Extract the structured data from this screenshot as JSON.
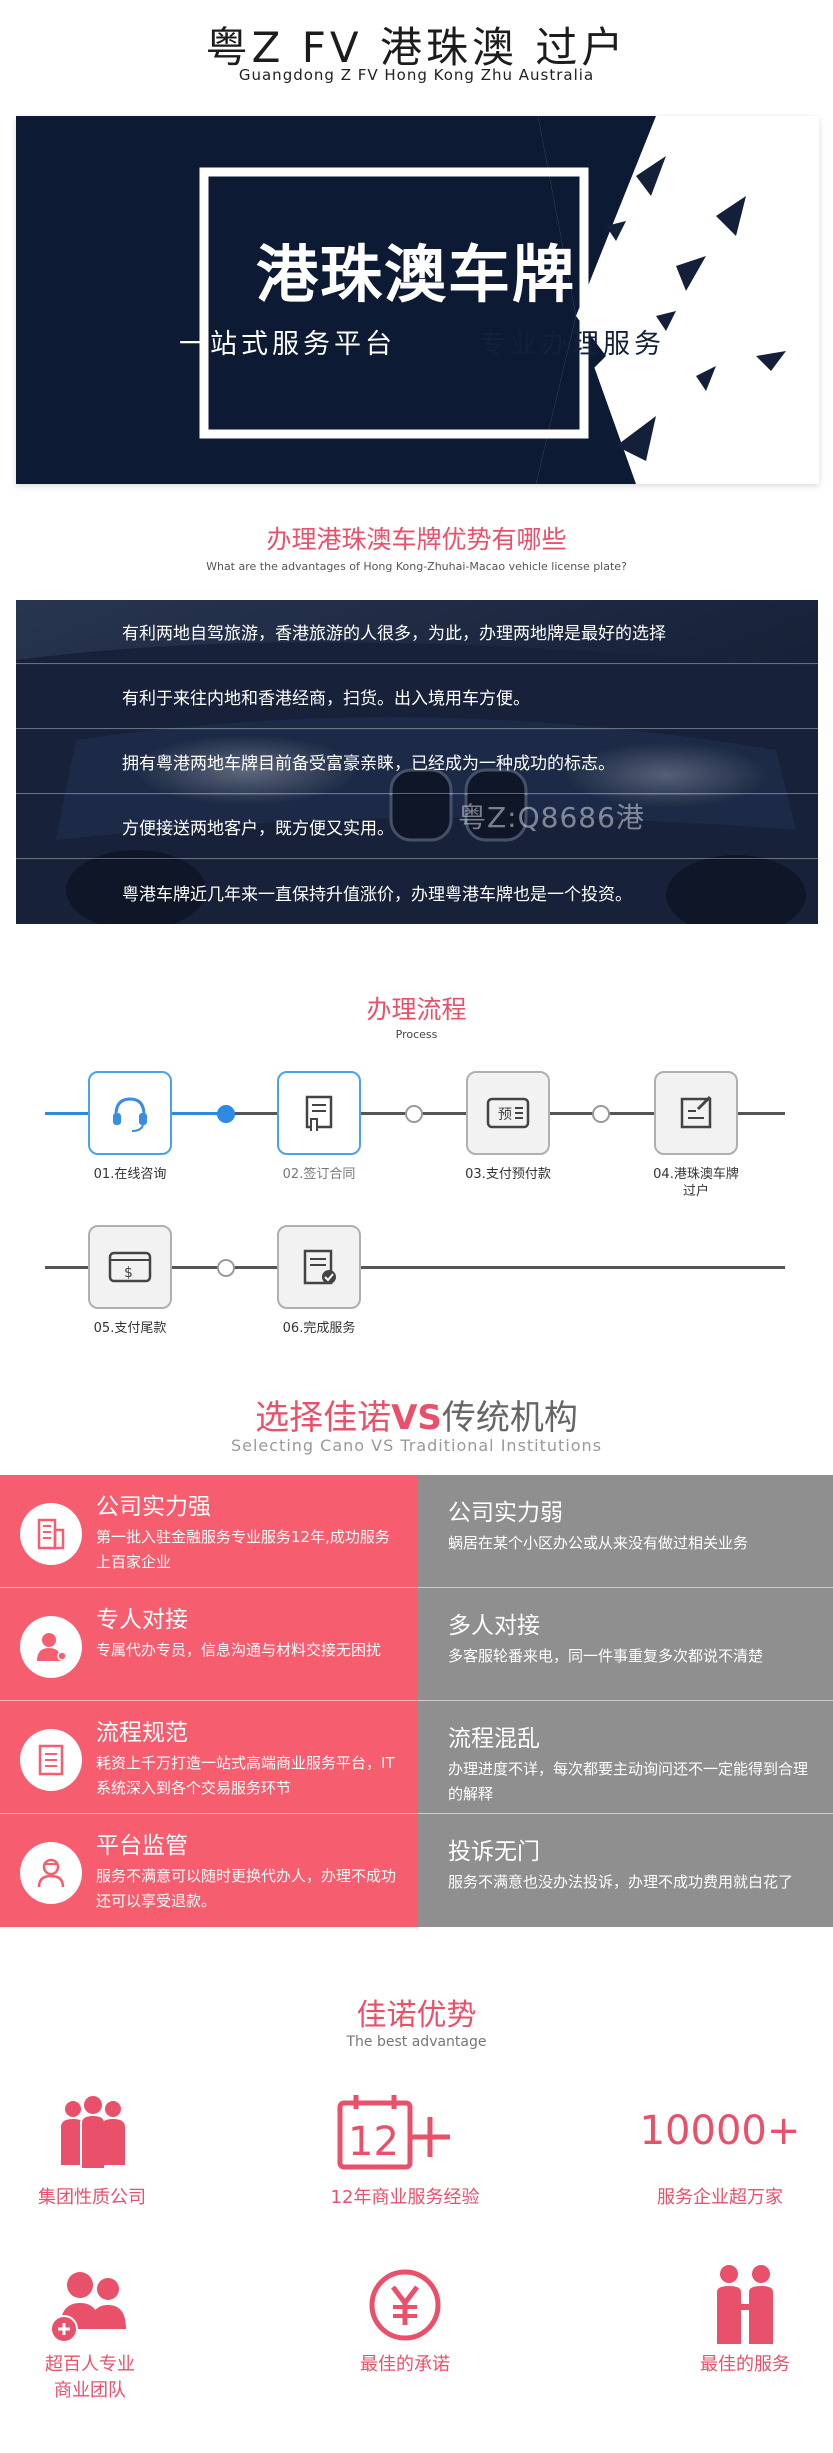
{
  "header": {
    "title": "粤Z FV 港珠澳 过户",
    "subtitle": "Guangdong Z FV Hong Kong Zhu Australia"
  },
  "banner": {
    "title": "港珠澳车牌",
    "left_slogan": "一站式服务平台",
    "right_slogan": "专业办理服务"
  },
  "advantages": {
    "title": "办理港珠澳车牌优势有哪些",
    "subtitle": "What are the advantages of Hong Kong-Zhuhai-Macao vehicle license plate?",
    "plate_text": "粤Z:Q8686港",
    "items": [
      "有利两地自驾旅游，香港旅游的人很多，为此，办理两地牌是最好的选择",
      "有利于来往内地和香港经商，扫货。出入境用车方便。",
      "拥有粤港两地车牌目前备受富豪亲睐，已经成为一种成功的标志。",
      "方便接送两地客户，既方便又实用。",
      "粤港车牌近几年来一直保持升值涨价，办理粤港车牌也是一个投资。"
    ]
  },
  "process": {
    "title": "办理流程",
    "subtitle": "Process",
    "steps": [
      {
        "label": "01.在线咨询",
        "icon": "headset-icon"
      },
      {
        "label": "02.签订合同",
        "icon": "contract-sign-icon"
      },
      {
        "label": "03.支付预付款",
        "icon": "prepay-icon"
      },
      {
        "label": "04.港珠澳车牌\n过户",
        "icon": "edit-document-icon"
      },
      {
        "label": "05.支付尾款",
        "icon": "payment-icon"
      },
      {
        "label": "06.完成服务",
        "icon": "document-check-icon"
      }
    ]
  },
  "compare": {
    "title_a": "选择佳诺",
    "title_vs": "VS",
    "title_b": "传统机构",
    "subtitle": "Selecting Cano VS Traditional Institutions",
    "rows": [
      {
        "left_title": "公司实力强",
        "left_desc": "第一批入驻金融服务专业服务12年,成功服务上百家企业",
        "right_title": "公司实力弱",
        "right_desc": "蜗居在某个小区办公或从来没有做过相关业务"
      },
      {
        "left_title": "专人对接",
        "left_desc": "专属代办专员，信息沟通与材料交接无困扰",
        "right_title": "多人对接",
        "right_desc": "多客服轮番来电，同一件事重复多次都说不清楚"
      },
      {
        "left_title": "流程规范",
        "left_desc": "耗资上千万打造一站式高端商业服务平台，IT系统深入到各个交易服务环节",
        "right_title": "流程混乱",
        "right_desc": "办理进度不详，每次都要主动询问还不一定能得到合理的解释"
      },
      {
        "left_title": "平台监管",
        "left_desc": "服务不满意可以随时更换代办人，办理不成功还可以享受退款。",
        "right_title": "投诉无门",
        "right_desc": "服务不满意也没办法投诉，办理不成功费用就白花了"
      }
    ]
  },
  "best": {
    "title": "佳诺优势",
    "subtitle": "The best advantage",
    "twelve": "12",
    "count": "10000+",
    "items": [
      "集团性质公司",
      "12年商业服务经验",
      "服务企业超万家",
      "超百人专业\n商业团队",
      "最佳的承诺",
      "最佳的服务"
    ]
  },
  "colors": {
    "accent": "#e9506a",
    "navy": "#14203a",
    "gray_panel": "#8f8f8f",
    "blue_step": "#2c8ae0"
  }
}
